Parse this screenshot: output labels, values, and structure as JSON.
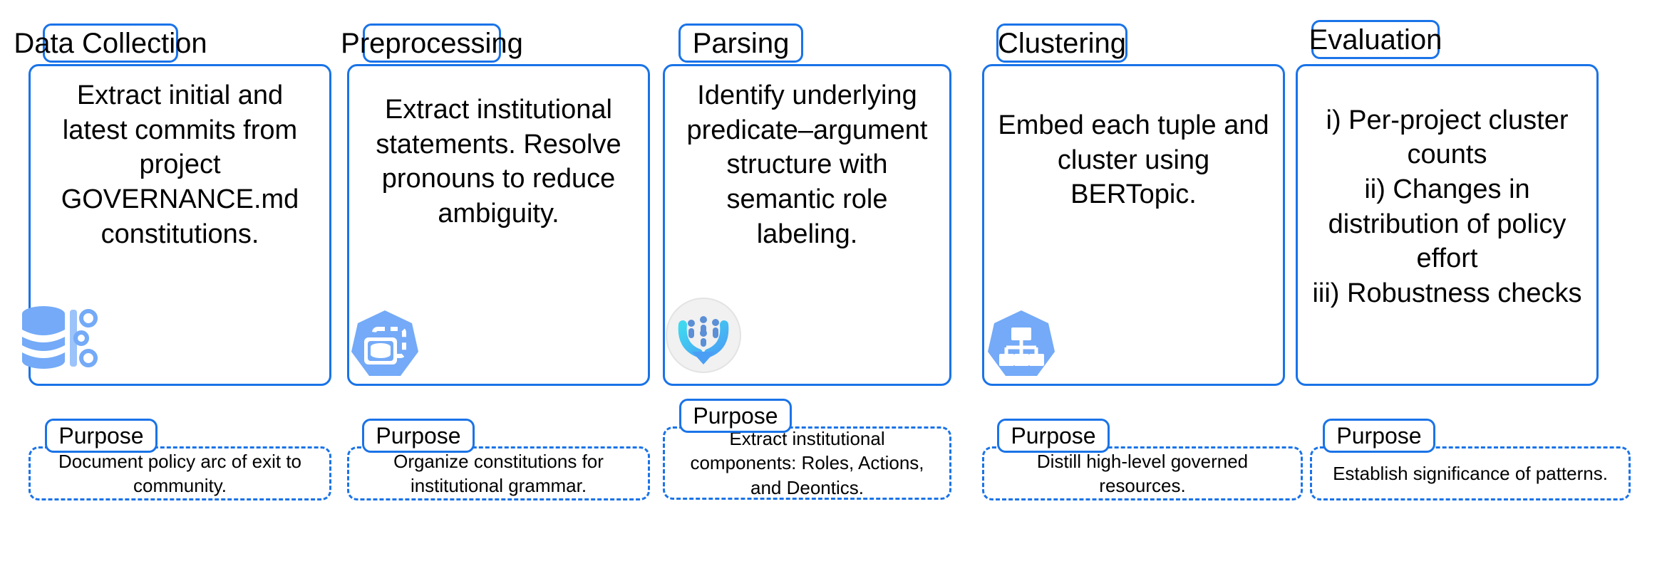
{
  "theme": {
    "accent_blue": "#1a73e8",
    "icon_blue": "#74aaf7",
    "icon_cyan": "#3fd8f0",
    "background": "#ffffff",
    "text": "#000000"
  },
  "diagram": {
    "type": "pipeline-flow",
    "stage_count": 5
  },
  "stages": [
    {
      "title": "Data Collection",
      "body": "Extract initial and latest commits from project GOVERNANCE.md constitutions.",
      "icon": "database-pipeline-icon",
      "purpose_label": "Purpose",
      "purpose_text": "Document policy arc of exit to community."
    },
    {
      "title": "Preprocessing",
      "body": "Extract institutional statements. Resolve pronouns to reduce ambiguity.",
      "icon": "database-stack-heptagon-icon",
      "purpose_label": "Purpose",
      "purpose_text": "Organize constitutions for institutional grammar."
    },
    {
      "title": "Parsing",
      "body": "Identify underlying predicate–argument structure with semantic role labeling.",
      "icon": "semantic-role-funnel-icon",
      "purpose_label": "Purpose",
      "purpose_text": "Extract institutional components: Roles, Actions, and Deontics."
    },
    {
      "title": "Clustering",
      "body": "Embed each tuple and cluster using BERTopic.",
      "icon": "hierarchy-tree-heptagon-icon",
      "purpose_label": "Purpose",
      "purpose_text": "Distill high-level governed resources."
    },
    {
      "title": "Evaluation",
      "body": "i) Per-project cluster counts\nii) Changes in distribution of policy effort\niii) Robustness checks",
      "icon": null,
      "purpose_label": "Purpose",
      "purpose_text": "Establish significance of patterns."
    }
  ]
}
